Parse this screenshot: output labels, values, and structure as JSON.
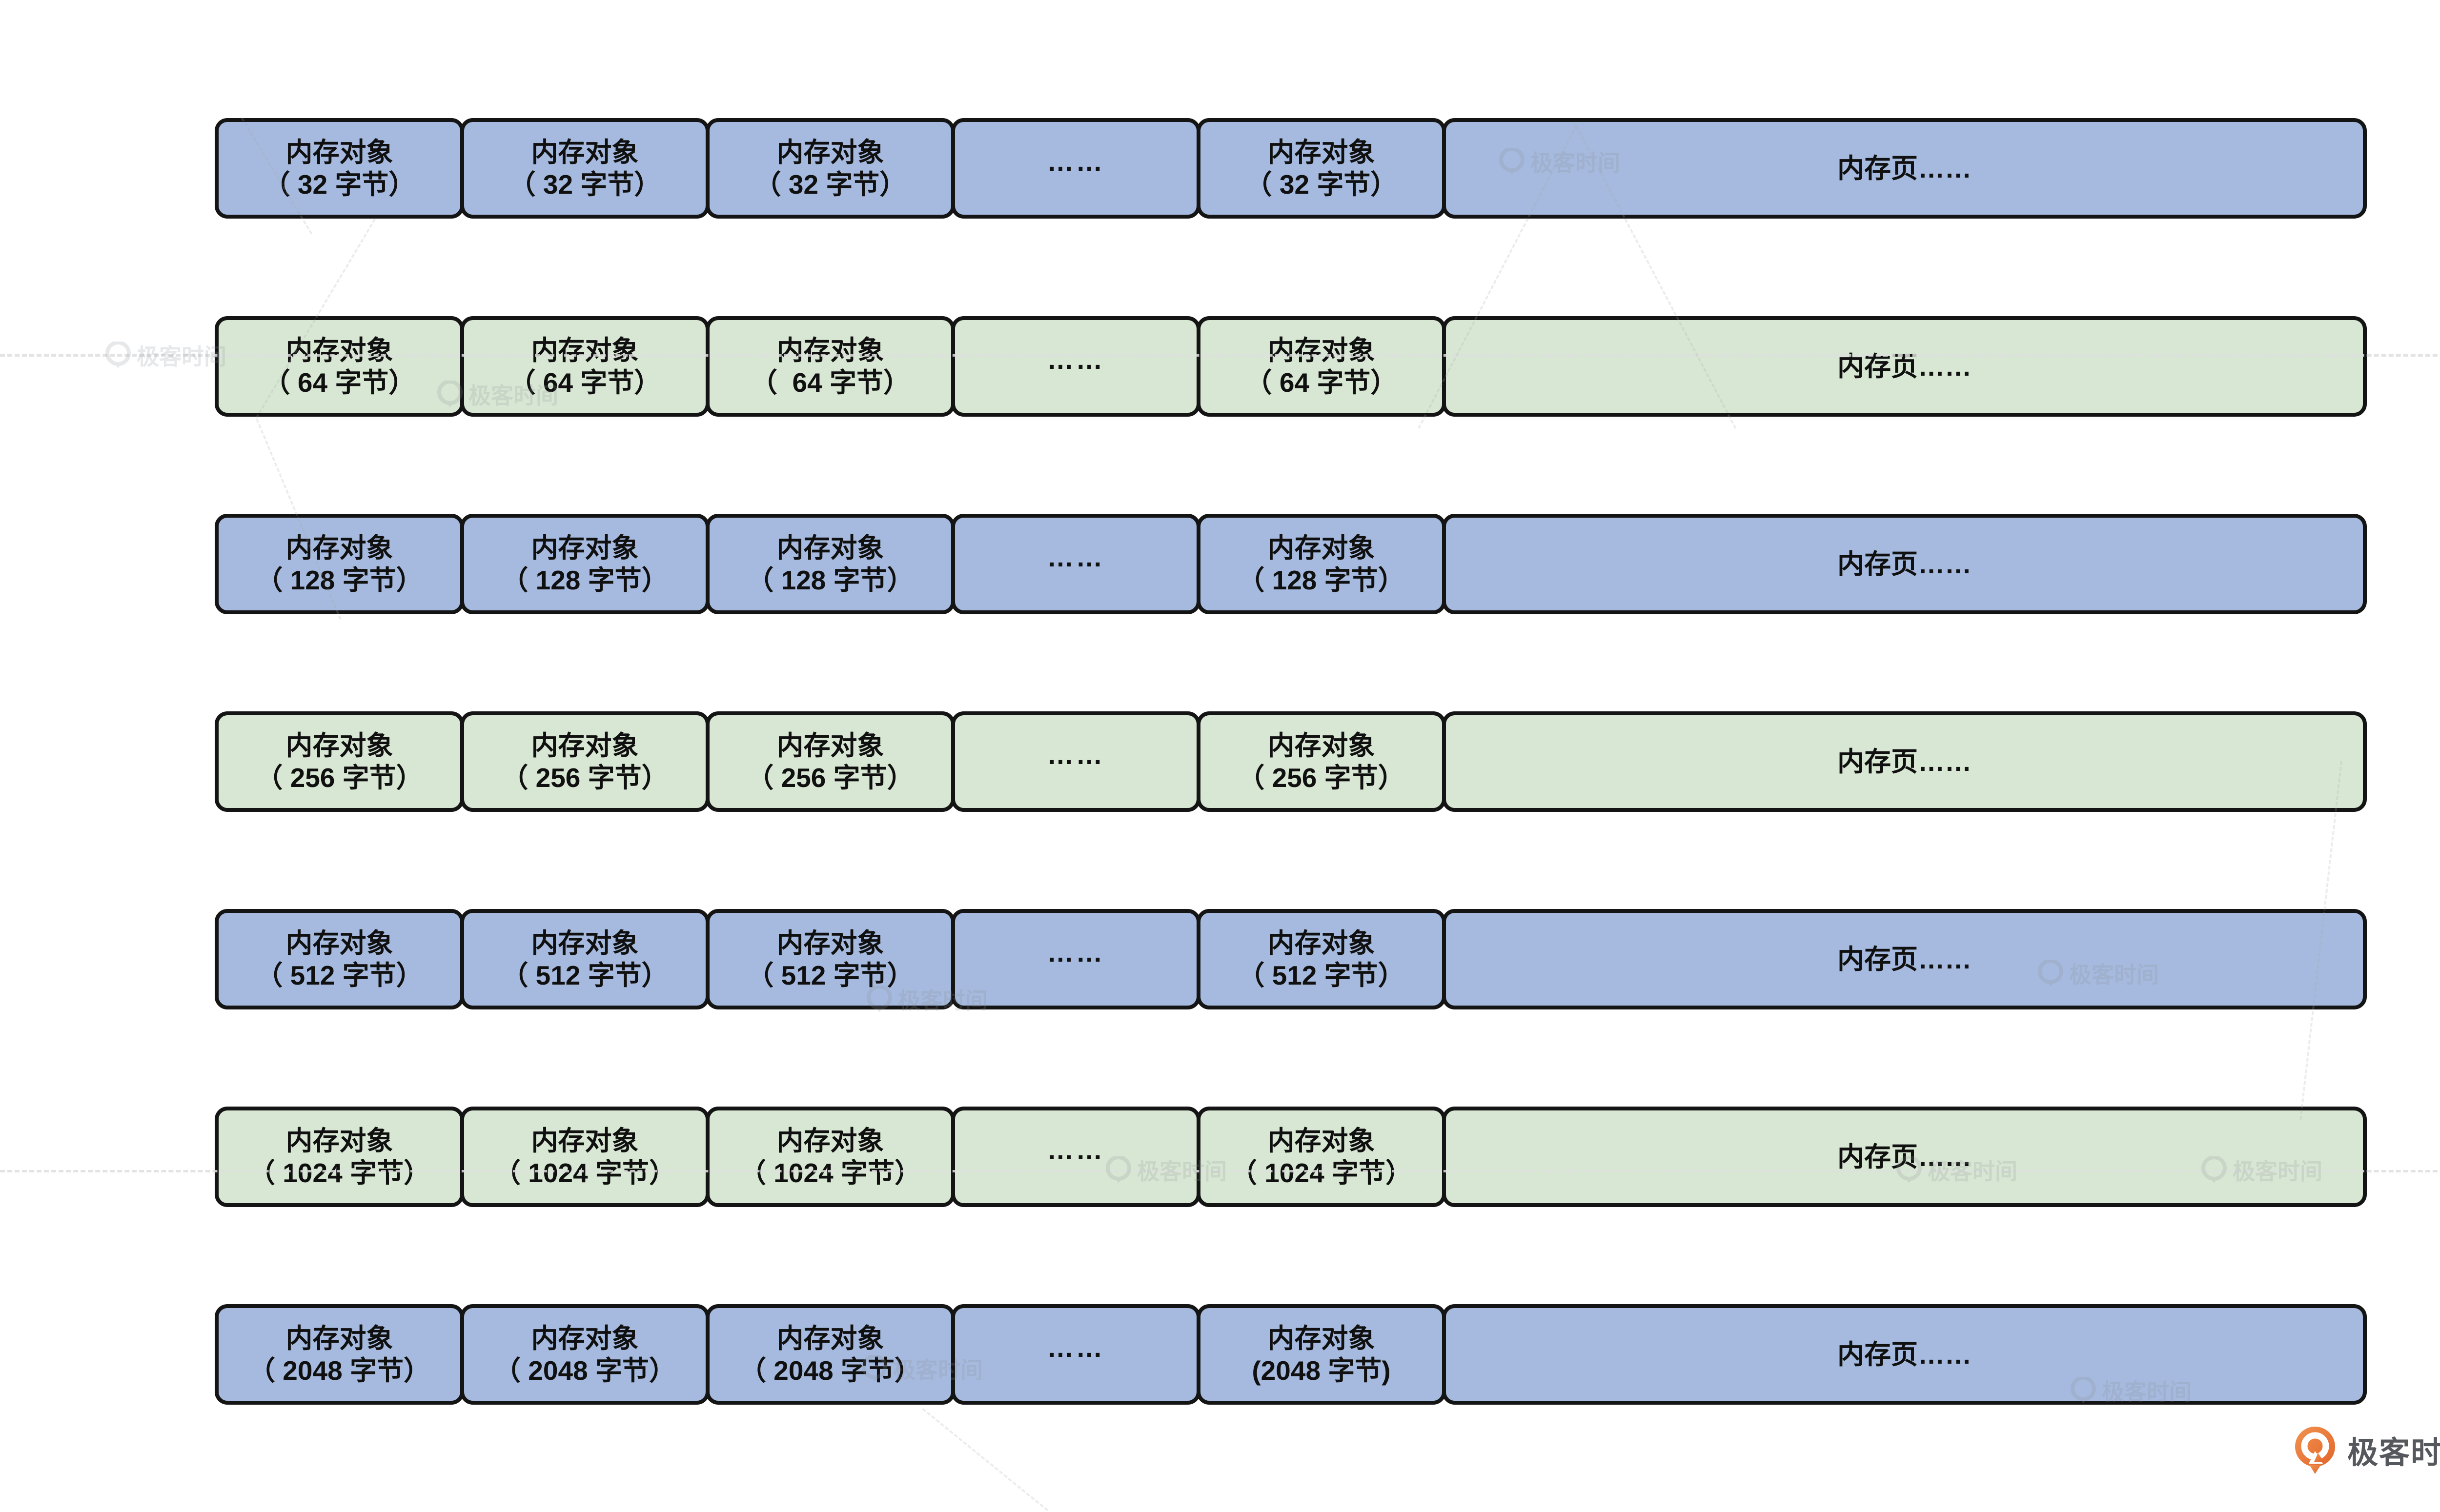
{
  "rows": [
    {
      "size": "32",
      "variant": "blue",
      "page_label": "内存页……",
      "cells": [
        {
          "line1": "内存对象",
          "line2": "（ 32 字节）"
        },
        {
          "line1": "内存对象",
          "line2": "（ 32 字节）"
        },
        {
          "line1": "内存对象",
          "line2": "（ 32 字节）"
        },
        {
          "ellipsis": "……"
        },
        {
          "line1": "内存对象",
          "line2": "（ 32 字节）"
        }
      ]
    },
    {
      "size": "64",
      "variant": "green",
      "page_label": "内存页……",
      "cells": [
        {
          "line1": "内存对象",
          "line2": "（ 64 字节）"
        },
        {
          "line1": "内存对象",
          "line2": "（ 64 字节）"
        },
        {
          "line1": "内存对象",
          "line2": "（  64 字节）"
        },
        {
          "ellipsis": "……"
        },
        {
          "line1": "内存对象",
          "line2": "（ 64 字节）"
        }
      ]
    },
    {
      "size": "128",
      "variant": "blue",
      "page_label": "内存页……",
      "cells": [
        {
          "line1": "内存对象",
          "line2": "（ 128 字节）"
        },
        {
          "line1": "内存对象",
          "line2": "（ 128 字节）"
        },
        {
          "line1": "内存对象",
          "line2": "（ 128 字节）"
        },
        {
          "ellipsis": "……"
        },
        {
          "line1": "内存对象",
          "line2": "（ 128 字节）"
        }
      ]
    },
    {
      "size": "256",
      "variant": "green",
      "page_label": "内存页……",
      "cells": [
        {
          "line1": "内存对象",
          "line2": "（ 256 字节）"
        },
        {
          "line1": "内存对象",
          "line2": "（ 256 字节）"
        },
        {
          "line1": "内存对象",
          "line2": "（ 256 字节）"
        },
        {
          "ellipsis": "……"
        },
        {
          "line1": "内存对象",
          "line2": "（ 256 字节）"
        }
      ]
    },
    {
      "size": "512",
      "variant": "blue",
      "page_label": "内存页……",
      "cells": [
        {
          "line1": "内存对象",
          "line2": "（ 512 字节）"
        },
        {
          "line1": "内存对象",
          "line2": "（ 512 字节）"
        },
        {
          "line1": "内存对象",
          "line2": "（ 512 字节）"
        },
        {
          "ellipsis": "……"
        },
        {
          "line1": "内存对象",
          "line2": "（ 512 字节）"
        }
      ]
    },
    {
      "size": "1024",
      "variant": "green",
      "page_label": "内存页……",
      "cells": [
        {
          "line1": "内存对象",
          "line2": "（ 1024 字节）"
        },
        {
          "line1": "内存对象",
          "line2": "（ 1024 字节）"
        },
        {
          "line1": "内存对象",
          "line2": "（ 1024 字节）"
        },
        {
          "ellipsis": "……"
        },
        {
          "line1": "内存对象",
          "line2": "（ 1024 字节）"
        }
      ]
    },
    {
      "size": "2048",
      "variant": "blue",
      "page_label": "内存页……",
      "cells": [
        {
          "line1": "内存对象",
          "line2": "（ 2048 字节）"
        },
        {
          "line1": "内存对象",
          "line2": "（ 2048 字节）"
        },
        {
          "line1": "内存对象",
          "line2": "（ 2048 字节）"
        },
        {
          "ellipsis": "……"
        },
        {
          "line1": "内存对象",
          "line2": "(2048 字节)"
        }
      ]
    }
  ],
  "watermark": {
    "brand": "极客时间"
  },
  "footer_logo": {
    "label": "极客时间"
  },
  "colors": {
    "blue": "#a5bade",
    "green": "#d8e7d3",
    "border": "#141414",
    "logo_orange_light": "#f2924f",
    "logo_orange_dark": "#e1662a",
    "logo_text": "#55585c"
  }
}
